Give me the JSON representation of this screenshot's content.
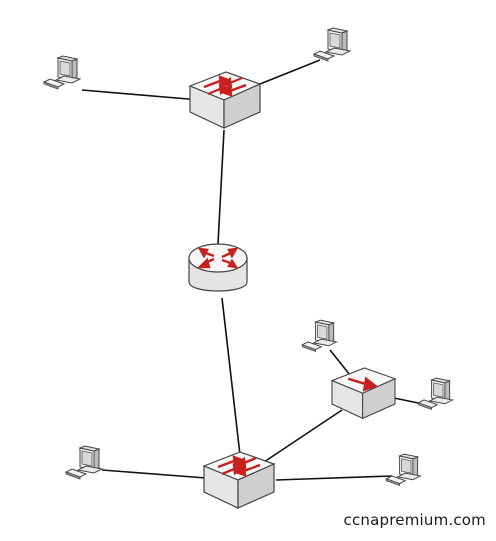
{
  "diagram": {
    "kind": "network-topology",
    "devices": [
      {
        "id": "sw-top",
        "type": "switch"
      },
      {
        "id": "router",
        "type": "router"
      },
      {
        "id": "sw-bottom",
        "type": "switch"
      },
      {
        "id": "hub",
        "type": "hub"
      },
      {
        "id": "pc-top-left",
        "type": "pc"
      },
      {
        "id": "pc-top-right",
        "type": "pc"
      },
      {
        "id": "pc-mid-upper",
        "type": "pc"
      },
      {
        "id": "pc-mid-right",
        "type": "pc"
      },
      {
        "id": "pc-bottom-left",
        "type": "pc"
      },
      {
        "id": "pc-bottom-right",
        "type": "pc"
      }
    ],
    "links": [
      {
        "from": "pc-top-left",
        "to": "sw-top"
      },
      {
        "from": "pc-top-right",
        "to": "sw-top"
      },
      {
        "from": "sw-top",
        "to": "router"
      },
      {
        "from": "router",
        "to": "sw-bottom"
      },
      {
        "from": "pc-bottom-left",
        "to": "sw-bottom"
      },
      {
        "from": "pc-bottom-right",
        "to": "sw-bottom"
      },
      {
        "from": "sw-bottom",
        "to": "hub"
      },
      {
        "from": "hub",
        "to": "pc-mid-upper"
      },
      {
        "from": "hub",
        "to": "pc-mid-right"
      }
    ],
    "colors": {
      "line": "#111111",
      "device_body": "#ffffff",
      "device_outline": "#444444",
      "arrow": "#c8201e",
      "screen": "#e8e8e8"
    }
  },
  "watermark": "ccnapremium.com"
}
